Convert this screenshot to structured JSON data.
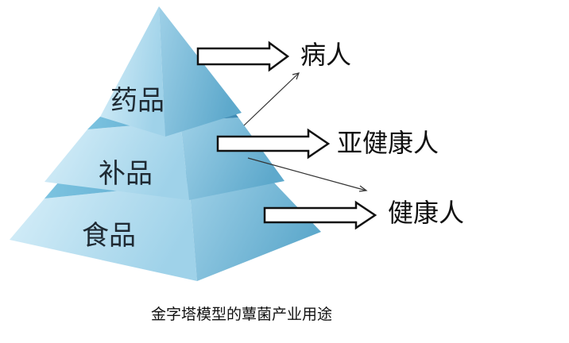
{
  "tiers": [
    {
      "label": "药品"
    },
    {
      "label": "补品"
    },
    {
      "label": "食品"
    }
  ],
  "targets": [
    {
      "label": "病人"
    },
    {
      "label": "亚健康人"
    },
    {
      "label": "健康人"
    }
  ],
  "caption": "金字塔模型的蕈菌产业用途",
  "colors": {
    "face_light": "#c4e6f4",
    "face_mid": "#a3d4ea",
    "side_light": "#9ccfe6",
    "side_dark": "#6ab3d4",
    "band_front": "#6fbcdc",
    "band_side": "#4c9bc2",
    "arrow_stroke": "#111111"
  }
}
